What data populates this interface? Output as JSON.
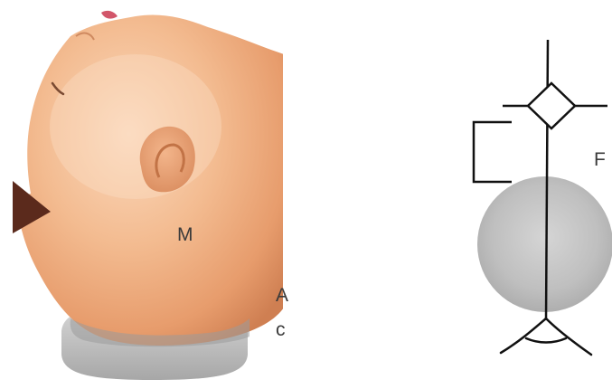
{
  "labels": {
    "m": "M",
    "f": "F",
    "a_partial": "A",
    "c_partial": "c"
  },
  "colors": {
    "skin_light": "#f6c7a2",
    "skin_mid": "#efae84",
    "skin_shadow": "#d98758",
    "arrow": "#5b2a1c",
    "base_grey": "#b8b8b8",
    "sphere_grey": "#bdbdbd",
    "line": "#111111"
  },
  "icons": {
    "arrowhead": "triangle-pointer-icon",
    "diamond": "diamond-node-icon",
    "bracket": "bracket-icon",
    "fork": "fork-base-icon"
  }
}
